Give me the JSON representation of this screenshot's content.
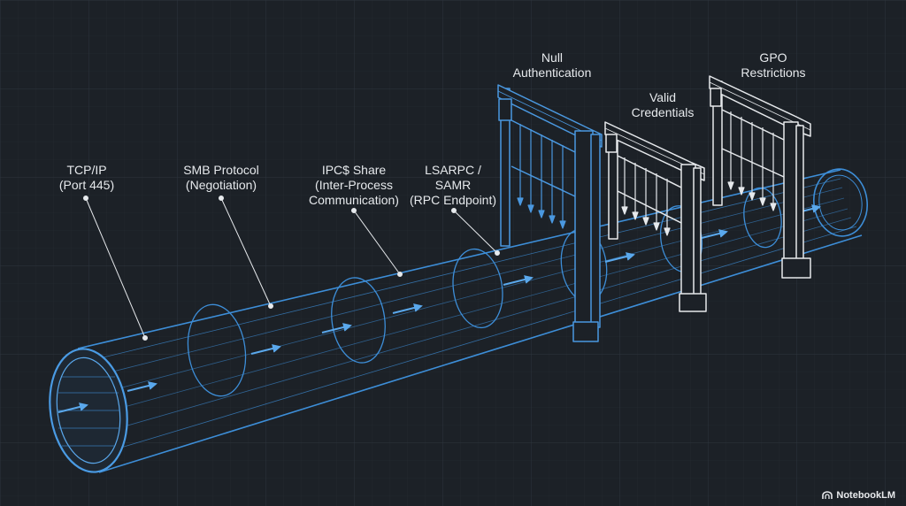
{
  "labels": {
    "tcp_ip": [
      "TCP/IP",
      "(Port 445)"
    ],
    "smb": [
      "SMB Protocol",
      "(Negotiation)"
    ],
    "ipc": [
      "IPC$ Share",
      "(Inter-Process",
      "Communication)"
    ],
    "lsarpc": [
      "LSARPC /",
      "SAMR",
      "(RPC Endpoint)"
    ],
    "null_auth": [
      "Null",
      "Authentication"
    ],
    "valid_creds": [
      "Valid",
      "Credentials"
    ],
    "gpo": [
      "GPO",
      "Restrictions"
    ]
  },
  "brand": {
    "name": "NotebookLM",
    "icon": "notebooklm-logo-icon"
  },
  "colors": {
    "background": "#1c2127",
    "grid": "#2a3139",
    "pipe": "#3d8ed8",
    "pipe_light": "#6fb4f0",
    "gate_blue": "#4a98e0",
    "gate_white": "#e6e9ec",
    "leader": "#e6e9ec"
  }
}
